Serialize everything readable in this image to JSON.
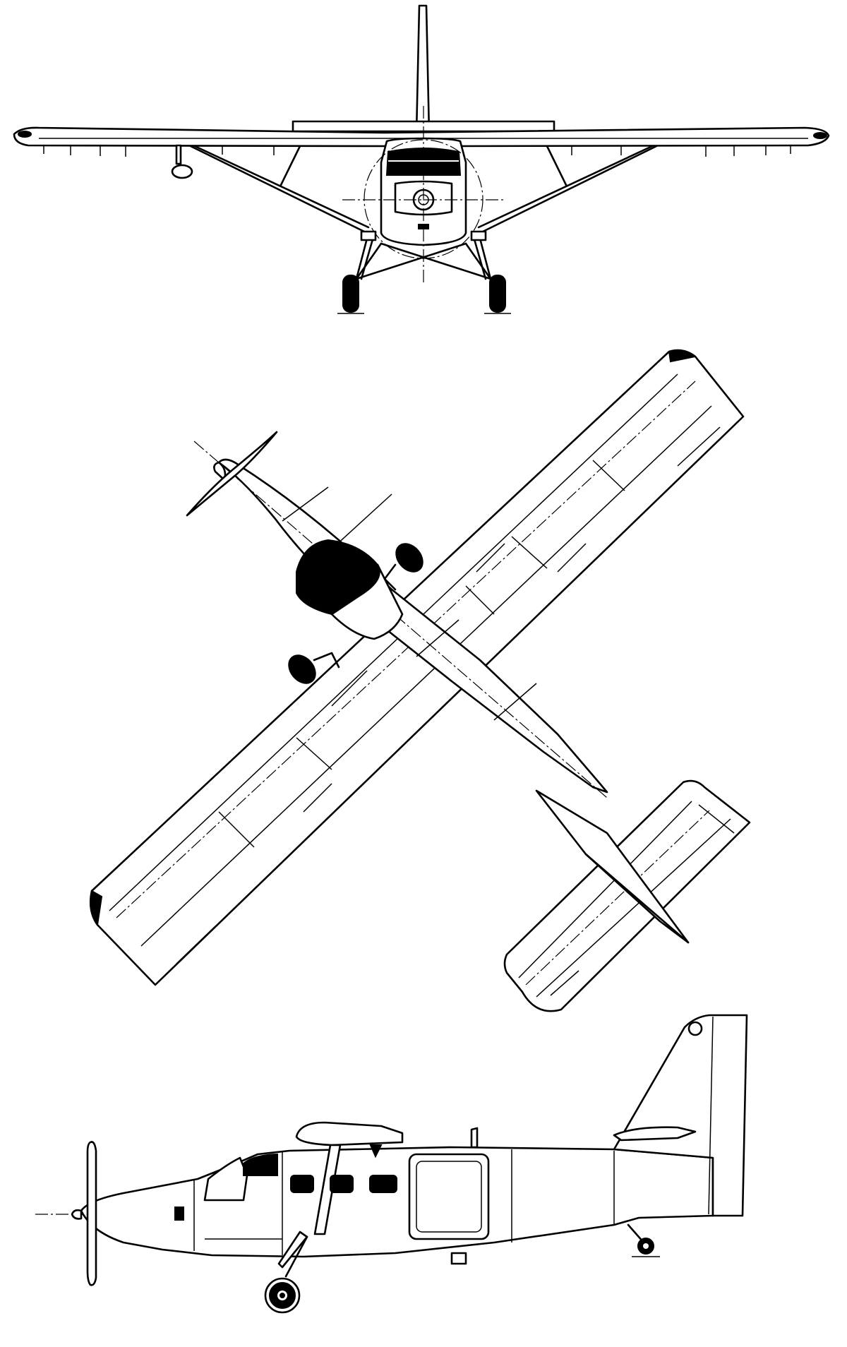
{
  "figure": {
    "views": [
      {
        "id": "front",
        "label": ""
      },
      {
        "id": "top",
        "label": ""
      },
      {
        "id": "side",
        "label": ""
      }
    ],
    "colors": {
      "line": "#000000",
      "background": "#ffffff",
      "fill_dark": "#000000"
    }
  }
}
